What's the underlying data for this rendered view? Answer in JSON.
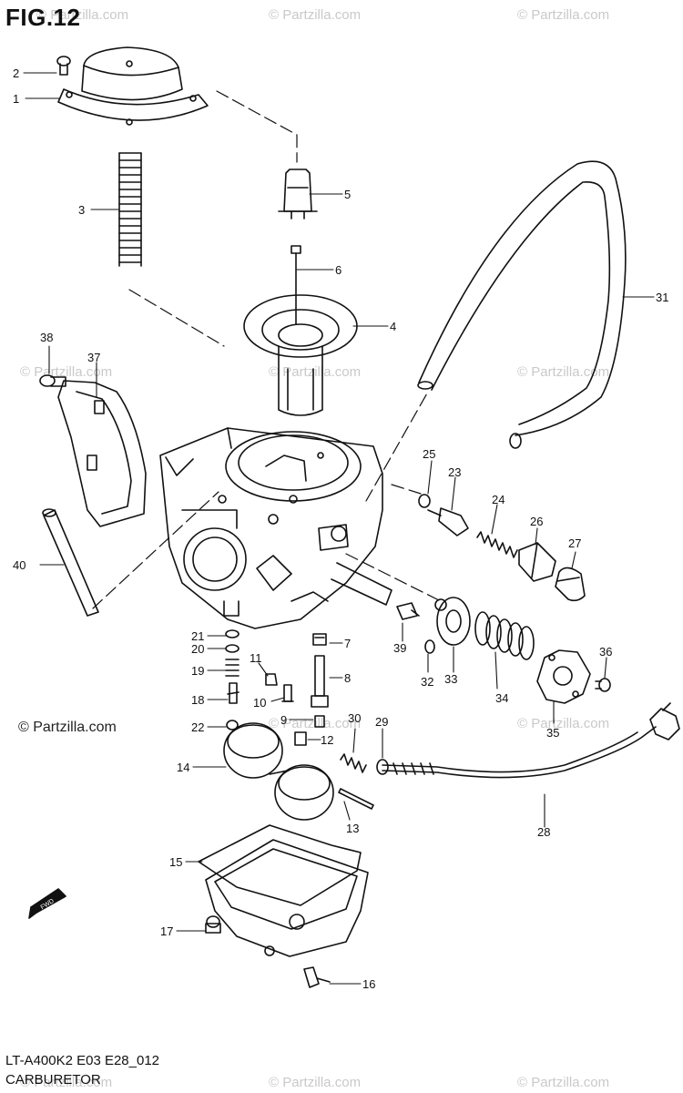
{
  "figure": {
    "title": "FIG.12",
    "code": "LT-A400K2 E03 E28_012",
    "subtitle": "CARBURETOR",
    "copyright": "© Partzilla.com"
  },
  "watermark_text": "© Partzilla.com",
  "fwd_label": "FWD",
  "parts": [
    {
      "num": "1"
    },
    {
      "num": "2"
    },
    {
      "num": "3"
    },
    {
      "num": "4"
    },
    {
      "num": "5"
    },
    {
      "num": "6"
    },
    {
      "num": "7"
    },
    {
      "num": "8"
    },
    {
      "num": "9"
    },
    {
      "num": "10"
    },
    {
      "num": "11"
    },
    {
      "num": "12"
    },
    {
      "num": "13"
    },
    {
      "num": "14"
    },
    {
      "num": "15"
    },
    {
      "num": "16"
    },
    {
      "num": "17"
    },
    {
      "num": "18"
    },
    {
      "num": "19"
    },
    {
      "num": "20"
    },
    {
      "num": "21"
    },
    {
      "num": "22"
    },
    {
      "num": "23"
    },
    {
      "num": "24"
    },
    {
      "num": "25"
    },
    {
      "num": "26"
    },
    {
      "num": "27"
    },
    {
      "num": "28"
    },
    {
      "num": "29"
    },
    {
      "num": "30"
    },
    {
      "num": "31"
    },
    {
      "num": "32"
    },
    {
      "num": "33"
    },
    {
      "num": "34"
    },
    {
      "num": "35"
    },
    {
      "num": "36"
    },
    {
      "num": "37"
    },
    {
      "num": "38"
    },
    {
      "num": "39"
    },
    {
      "num": "40"
    }
  ]
}
